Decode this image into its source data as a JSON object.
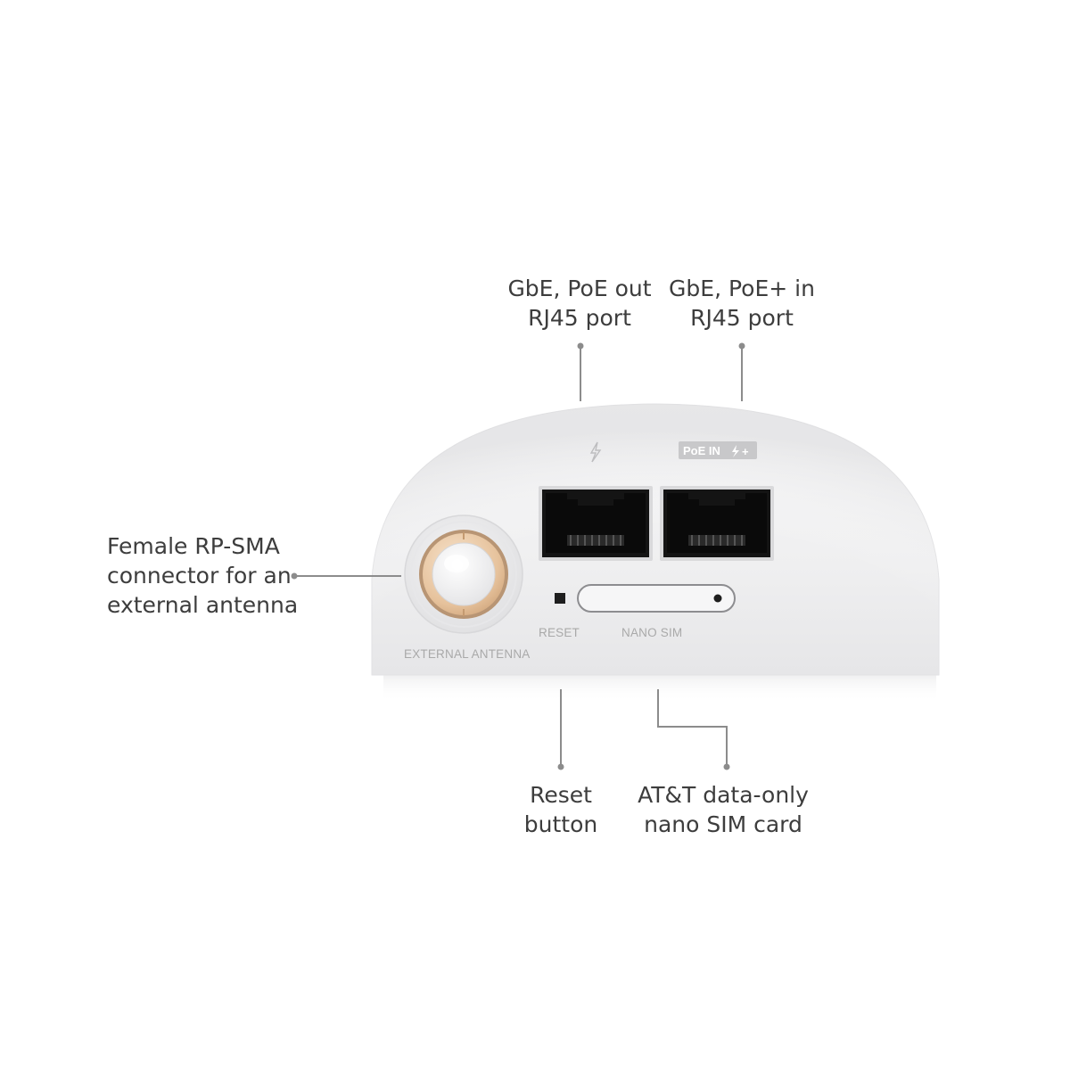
{
  "callouts": {
    "poe_out": {
      "line1": "GbE, PoE out",
      "line2": "RJ45 port"
    },
    "poe_in": {
      "line1": "GbE, PoE+ in",
      "line2": "RJ45 port"
    },
    "antenna": {
      "line1": "Female RP-SMA",
      "line2": "connector for an",
      "line3": "external antenna"
    },
    "reset": {
      "line1": "Reset",
      "line2": "button"
    },
    "sim": {
      "line1": "AT&T data-only",
      "line2": "nano SIM card"
    }
  },
  "device": {
    "poe_in_badge": "PoE IN",
    "reset_label": "RESET",
    "nano_sim_label": "NANO SIM",
    "antenna_label": "EXTERNAL ANTENNA"
  },
  "colors": {
    "text": "#3d3d3d",
    "leader": "#8c8c8c",
    "housing": "#f2f2f3",
    "port": "#141414",
    "connector": "#e8c9a8"
  }
}
